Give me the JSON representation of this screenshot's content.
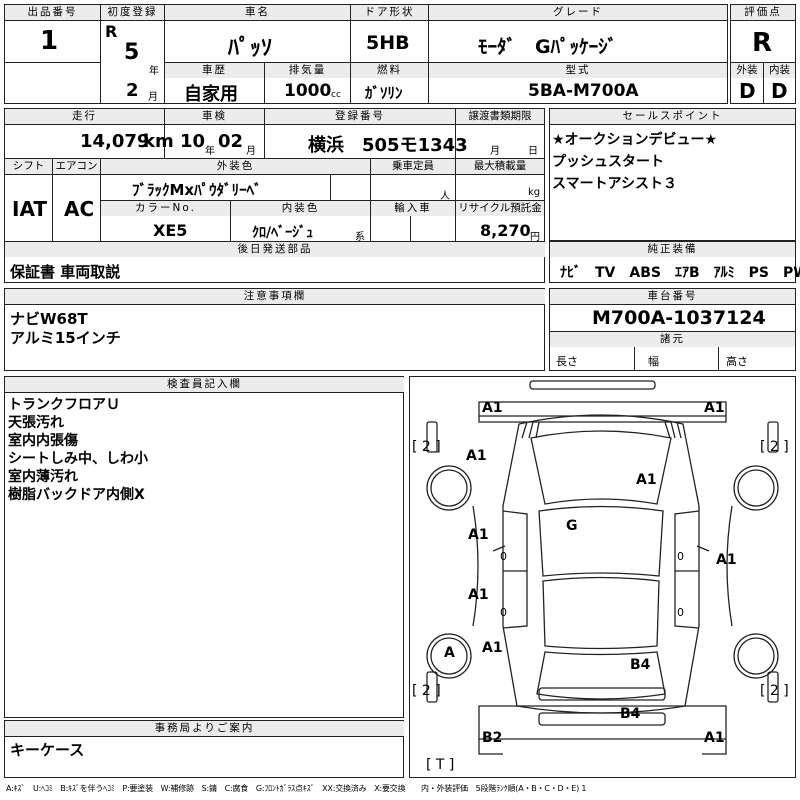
{
  "header": {
    "lot_label": "出品番号",
    "lot": "1",
    "first_reg_label": "初度登録",
    "era": "R",
    "year": "5",
    "year_unit": "年",
    "month": "2",
    "month_unit": "月",
    "model_label": "車名",
    "model": "ﾊﾟｯｿ",
    "door_label": "ドア形状",
    "door": "5HB",
    "grade_label": "グレード",
    "grade": "ﾓｰﾀﾞ　Gﾊﾟｯｹｰｼﾞ",
    "score_label": "評価点",
    "score": "R",
    "history_label": "車歴",
    "history": "自家用",
    "displacement_label": "排気量",
    "displacement": "1000",
    "displacement_unit": "cc",
    "fuel_label": "燃料",
    "fuel": "ｶﾞｿﾘﾝ",
    "type_label": "型式",
    "type": "5BA-M700A",
    "exterior_label": "外装",
    "exterior": "D",
    "interior_label": "内装",
    "interior": "D"
  },
  "row2": {
    "mileage_label": "走行",
    "mileage": "14,079",
    "mileage_unit": "km",
    "inspection_label": "車検",
    "insp_year": "10",
    "insp_year_unit": "年",
    "insp_month": "02",
    "insp_month_unit": "月",
    "plate_label": "登録番号",
    "plate": "横浜　505モ1343",
    "transfer_label": "譲渡書類期限",
    "transfer_month": "月",
    "transfer_day": "日",
    "sales_point_label": "セールスポイント",
    "sales_points": [
      "★オークションデビュー★",
      "プッシュスタート",
      "スマートアシスト３"
    ]
  },
  "row3": {
    "shift_label": "シフト",
    "shift": "IAT",
    "ac_label": "エアコン",
    "ac": "AC",
    "color_label": "外装色",
    "color": "ﾌﾞﾗｯｸMxﾊﾟｳﾀﾞﾘｰﾍﾞ",
    "capacity_label": "乗車定員",
    "capacity_unit": "人",
    "max_load_label": "最大積載量",
    "max_load_unit": "kg",
    "color_no_label": "カラーNo.",
    "color_no": "XE5",
    "int_color_label": "内装色",
    "int_color": "ｸﾛ/ﾍﾞｰｼﾞｭ",
    "int_color_unit": "系",
    "import_label": "輸入車",
    "recycle_label": "リサイクル預託金",
    "recycle": "8,270",
    "recycle_unit": "円"
  },
  "later_parts": {
    "label": "後日発送部品",
    "value": "保証書 車両取説"
  },
  "equipment": {
    "label": "純正装備",
    "value": "ﾅﾋﾞ　TV　ABS　ｴｱB　ｱﾙﾐ　PS　PW"
  },
  "notes": {
    "label": "注意事項欄",
    "lines": [
      "ナビW68T",
      "アルミ15インチ"
    ]
  },
  "chassis": {
    "label": "車台番号",
    "value": "M700A-1037124",
    "specs_label": "諸元",
    "length_label": "長さ",
    "width_label": "幅",
    "height_label": "高さ"
  },
  "inspector": {
    "label": "検査員記入欄",
    "lines": [
      "トランクフロアＵ",
      "天張汚れ",
      "室内内張傷",
      "シートしみ中、しわ小",
      "室内薄汚れ",
      "樹脂バックドア内側X"
    ]
  },
  "office": {
    "label": "事務局よりご案内",
    "value": "キーケース"
  },
  "diagram_marks": {
    "front_left": "A1",
    "front_right": "A1",
    "fender_left": "A1",
    "roof": "A1",
    "glass": "G",
    "front_door_left": "A1",
    "front_door_right": "A1",
    "rear_door_left": "A1",
    "sill_left": "A1",
    "wheel_rear_left": "A",
    "rear_panel": "B4",
    "rear_bumper": "B4",
    "rear_left": "B2",
    "rear_right": "A1",
    "tire_fl": "[ 2 ]",
    "tire_fr": "[ 2 ]",
    "tire_rl": "[ 2 ]",
    "tire_rr": "[ 2 ]",
    "trunk": "[ T ]",
    "zero1": "0",
    "zero2": "0",
    "zero3": "0",
    "zero4": "0"
  },
  "legend": "A:ｷｽﾞ　U:ﾍｺﾐ　B:ｷｽﾞを伴うﾍｺﾐ　P:要塗装　W:補修跡　S:錆　C:腐食　G:ﾌﾛﾝﾄｶﾞﾗｽ点ｷｽﾞ　XX:交換済み　X:要交換　　内・外装評価　5段階ﾗﾝｸ順(A・B・C・D・E) 1"
}
